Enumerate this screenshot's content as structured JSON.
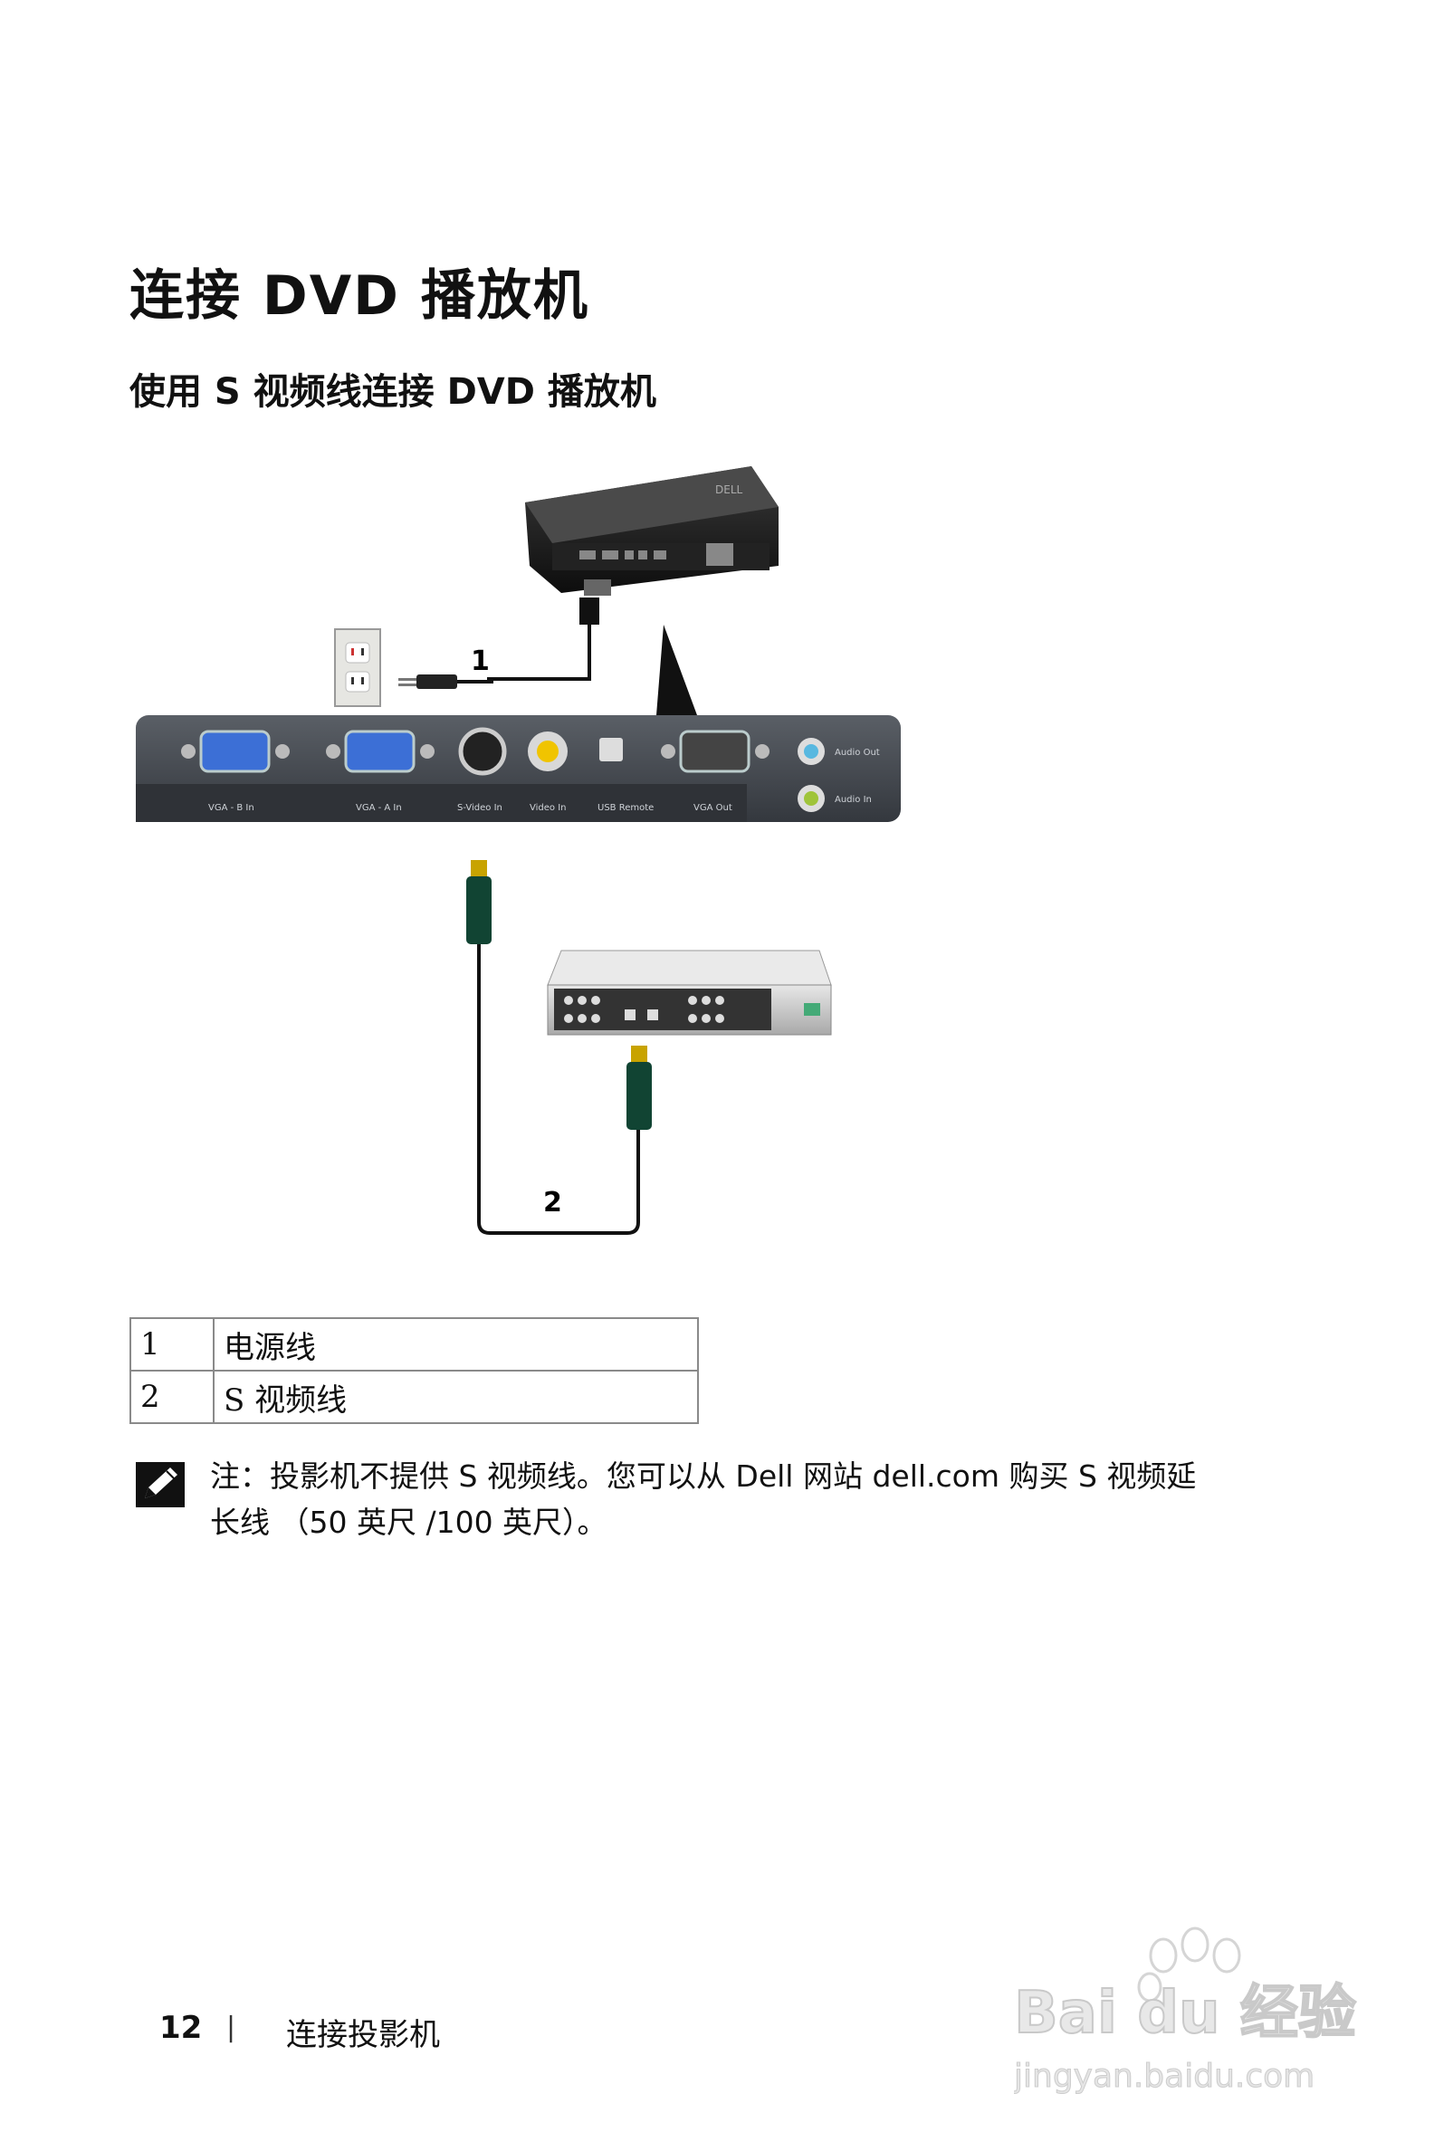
{
  "title": "连接 DVD 播放机",
  "subtitle": "使用 S 视频线连接 DVD 播放机",
  "diagram": {
    "callouts": [
      "1",
      "2"
    ],
    "port_labels": [
      "VGA - B In",
      "VGA - A In",
      "S-Video In",
      "Video In",
      "USB Remote",
      "VGA Out",
      "Audio Out",
      "Audio In"
    ],
    "brand": "DELL"
  },
  "legend": [
    {
      "num": "1",
      "text": "电源线"
    },
    {
      "num": "2",
      "text": "S 视频线"
    }
  ],
  "note": {
    "line1": "注：投影机不提供 S 视频线。您可以从 Dell 网站 dell.com 购买 S 视频延",
    "line2": "长线 （50 英尺 /100 英尺）。"
  },
  "footer": {
    "page_number": "12",
    "separator": "|",
    "section": "连接投影机"
  },
  "watermark": {
    "logo_text": "Bai du 经验",
    "url": "jingyan.baidu.com"
  }
}
